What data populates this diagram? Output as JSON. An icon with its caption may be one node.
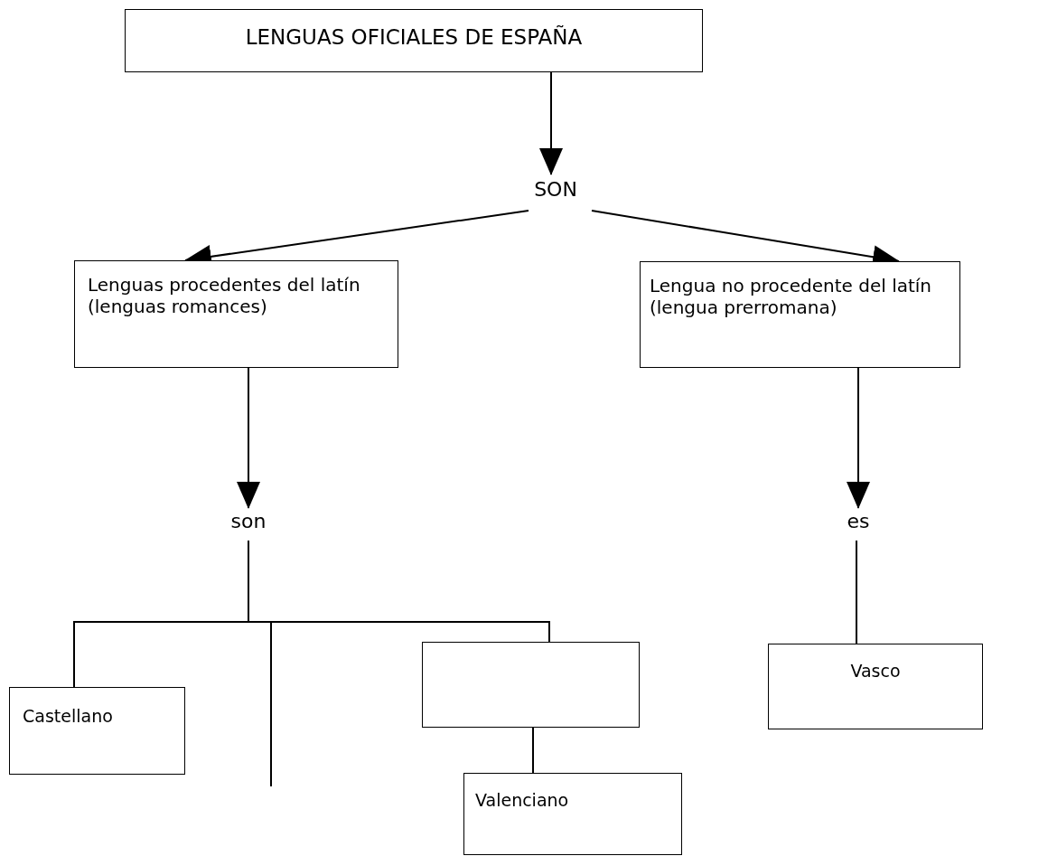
{
  "diagram": {
    "nodes": [
      {
        "text": [
          "LENGUAS OFICIALES DE ESPAÑA"
        ]
      },
      {
        "text": [
          "SON"
        ]
      },
      {
        "text": [
          "Lenguas procedentes del latín (lenguas romances)"
        ]
      },
      {
        "text": [
          "Lengua no procedente del latín (lengua prerromana)"
        ]
      },
      {
        "text": [
          "son"
        ]
      },
      {
        "text": [
          "es"
        ]
      },
      {
        "text": [
          "Castellano"
        ]
      },
      {
        "text": [],
        "shape": "box"
      },
      {
        "text": [
          "Valenciano"
        ]
      },
      {
        "text": [
          "Vasco"
        ]
      }
    ],
    "edges": [
      {
        "from": 0,
        "to": 1,
        "arrow": "to"
      },
      {
        "from": 1,
        "to": 2,
        "arrow": "to"
      },
      {
        "from": 1,
        "to": 3,
        "arrow": "to"
      },
      {
        "from": 2,
        "to": 4,
        "arrow": "to"
      },
      {
        "from": 3,
        "to": 5,
        "arrow": "to"
      },
      {
        "from": 4,
        "to": 6,
        "arrow": "none"
      },
      {
        "from": 4,
        "to": null,
        "arrow": "none"
      },
      {
        "from": 4,
        "to": 7,
        "arrow": "none"
      },
      {
        "from": 7,
        "to": 8,
        "arrow": "none"
      },
      {
        "from": 5,
        "to": 9,
        "arrow": "none"
      }
    ]
  }
}
